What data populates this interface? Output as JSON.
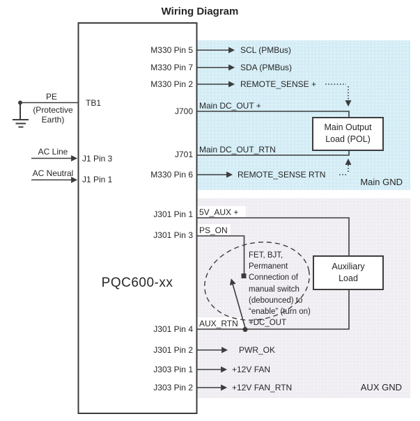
{
  "title": "Wiring Diagram",
  "device": {
    "label": "PQC600-xx"
  },
  "colors": {
    "main_region_bg": "#d3ecf5",
    "aux_region_bg": "#efecf2",
    "wire": "#3c3c3c",
    "text": "#262626",
    "load_box_bg": "#ffffff"
  },
  "left": {
    "pe_label": "PE",
    "pe_sub": "(Protective\nEarth)",
    "ac_line": "AC Line",
    "ac_neutral": "AC Neutral"
  },
  "pins": {
    "tb1": "TB1",
    "j1_pin3": "J1 Pin 3",
    "j1_pin1": "J1 Pin 1",
    "m330_pin5": "M330 Pin 5",
    "m330_pin7": "M330 Pin 7",
    "m330_pin2": "M330 Pin 2",
    "j700": "J700",
    "j701": "J701",
    "m330_pin6": "M330 Pin 6",
    "j301_pin1": "J301 Pin 1",
    "j301_pin3": "J301 Pin 3",
    "j301_pin4": "J301 Pin 4",
    "j301_pin2": "J301 Pin 2",
    "j303_pin1": "J303 Pin 1",
    "j303_pin2": "J303 Pin 2"
  },
  "signals": {
    "scl": "SCL (PMBus)",
    "sda": "SDA (PMBus)",
    "remote_sense_plus": "REMOTE_SENSE +",
    "main_dc_out_plus": "Main DC_OUT +",
    "main_dc_out_rtn": "Main DC_OUT_RTN",
    "remote_sense_rtn": "REMOTE_SENSE RTN",
    "aux_5v": "5V_AUX +",
    "ps_on": "PS_ON",
    "aux_rtn": "AUX_RTN",
    "pwr_ok": "PWR_OK",
    "fan_12v": "+12V FAN",
    "fan_12v_rtn": "+12V FAN_RTN"
  },
  "loads": {
    "main": "Main Output\nLoad (POL)",
    "aux": "Auxiliary\nLoad"
  },
  "regions": {
    "main_gnd": "Main GND",
    "aux_gnd": "AUX GND"
  },
  "annotation": {
    "text": "FET, BJT,\nPermanent\nConnection of\nmanual switch\n(debounced) to\n“enable” (turn on)\n+DC_OUT"
  }
}
